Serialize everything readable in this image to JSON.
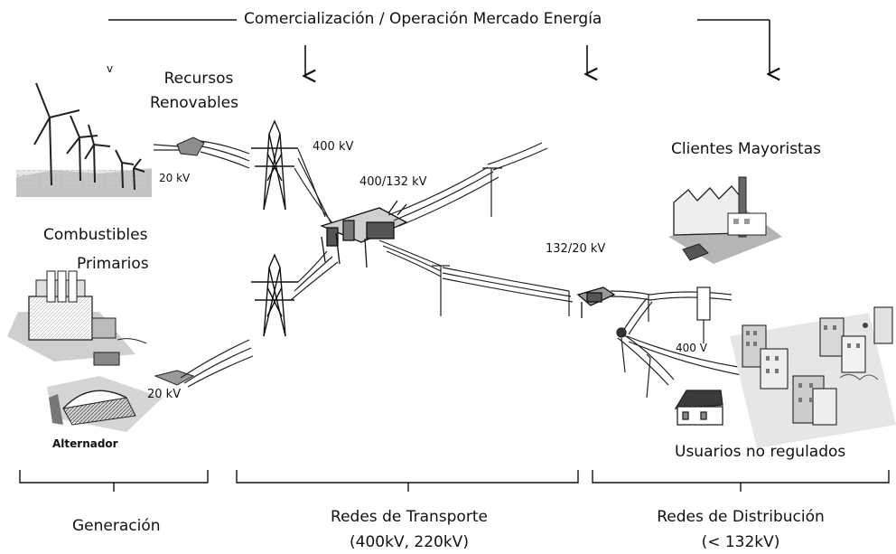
{
  "top": {
    "title": "Comercialización / Operación Mercado Energía"
  },
  "generation": {
    "renewables": [
      "Recursos",
      "Renovables"
    ],
    "renewables_voltage": "20 kV",
    "fuels": [
      "Combustibles",
      "Primarios"
    ],
    "alternator": "Alternador",
    "alternator_voltage": "20 kV"
  },
  "transport": {
    "v400": "400 kV",
    "v400_132": "400/132 kV",
    "v132_20": "132/20 kV"
  },
  "distribution": {
    "wholesale": "Clientes Mayoristas",
    "v400v": "400 V",
    "unregulated": "Usuarios no regulados"
  },
  "sections": {
    "generation": "Generación",
    "transport": [
      "Redes de Transporte",
      "(400kV, 220kV)"
    ],
    "distribution": [
      "Redes de Distribución",
      "(< 132kV)"
    ]
  },
  "colors": {
    "line": "#1a1a1a",
    "shade": "#9a9a9a",
    "light": "#d9d9d9"
  }
}
